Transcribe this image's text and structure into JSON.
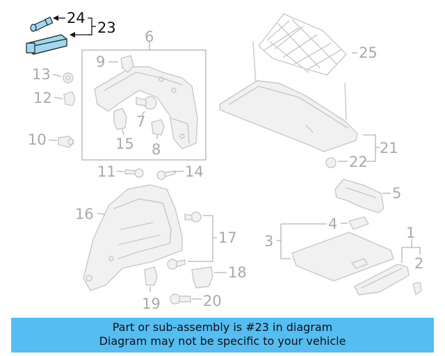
{
  "callouts": {
    "c1": "1",
    "c2": "2",
    "c3": "3",
    "c4": "4",
    "c5": "5",
    "c6": "6",
    "c7": "7",
    "c8": "8",
    "c9": "9",
    "c10": "10",
    "c11": "11",
    "c12": "12",
    "c13": "13",
    "c14": "14",
    "c15": "15",
    "c16": "16",
    "c17": "17",
    "c18": "18",
    "c19": "19",
    "c20": "20",
    "c21": "21",
    "c22": "22",
    "c23": "23",
    "c24": "24",
    "c25": "25"
  },
  "highlighted_part": "23",
  "colors": {
    "banner": "#55bdf2",
    "highlight_part": "#9fd8ef",
    "faded": "#c8c8c8"
  },
  "banner": {
    "line1": "Part or sub-assembly is #23 in diagram",
    "line2": "Diagram may not be specific to your vehicle"
  }
}
